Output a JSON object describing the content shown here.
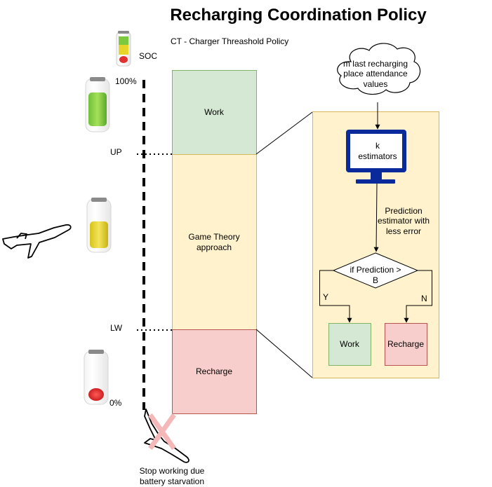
{
  "title": "Recharging Coordination Policy",
  "subtitle": "CT - Charger Threashold Policy",
  "soc": {
    "label": "SOC",
    "full_label": "100%",
    "up_label": "UP",
    "lw_label": "LW",
    "empty_label": "0%"
  },
  "zones": {
    "work": "Work",
    "game_line1": "Game Theory",
    "game_line2": "approach",
    "recharge": "Recharge"
  },
  "detail": {
    "cloud_line1": "m last recharging",
    "cloud_line2": "place attendance",
    "cloud_line3": "values",
    "monitor_line1": "k",
    "monitor_line2": "estimators",
    "arrow_line1": "Prediction",
    "arrow_line2": "estimator with",
    "arrow_line3": "less error",
    "decision_line1": "if Prediction >",
    "decision_line2": "B",
    "yes_label": "Y",
    "no_label": "N",
    "out_work": "Work",
    "out_recharge": "Recharge"
  },
  "failure": {
    "line1": "Stop working due",
    "line2": "battery starvation"
  },
  "colors": {
    "work_fill": "#d5e8d4",
    "work_stroke": "#82b366",
    "game_fill": "#fff2cc",
    "game_stroke": "#d6b656",
    "recharge_fill": "#f8cecc",
    "recharge_stroke": "#b85450",
    "monitor": "#0a2a9c",
    "x_mark": "#f4b8b8"
  }
}
